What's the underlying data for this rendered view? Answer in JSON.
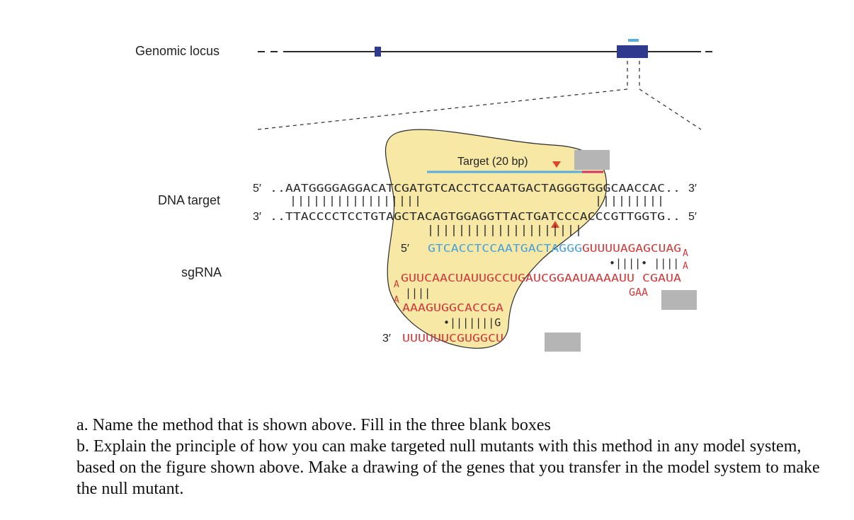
{
  "figure": {
    "row_labels": {
      "genomic_locus": "Genomic locus",
      "dna_target": "DNA target",
      "sgrna": "sgRNA"
    },
    "target_label": "Target (20 bp)",
    "dna_top": {
      "prime5": "5′",
      "sequence": "..AATGGGGAGGACATCGATGTCACCTCCAATGACTAGGGTGGGCAACCAC..",
      "prime3": "3′"
    },
    "dna_bottom": {
      "prime3": "3′",
      "sequence": "..TTACCCCTCCTGTAGCTACAGTGGAGGTTACTGATCCCACCCGTTGGTG..",
      "prime5": "5′"
    },
    "sgrna": {
      "prime5": "5′",
      "line1_blue": "GTCACCTCCAATGACTAGGG",
      "line1_red": "GUUUUAGAGCUAG",
      "line1_end": "A",
      "line2_pairs": "•||||• ||||",
      "line2_end": "A",
      "line3": "GUUCAACUAUUGCCUGAUCGGAAUAAAAUU CGAUA",
      "line3_left_top": "A",
      "line3_left_bottom": "A",
      "line4_pairs": "||||",
      "line4_right": "GAA",
      "line5": "AAAGUGGCACCGA",
      "line6_pairs": "•|||||||G",
      "prime3": "3′",
      "line7": "UUUUUUCGUGGCU"
    },
    "colors": {
      "protein_fill": "#f7e8a6",
      "gene_line": "#2a2a2a",
      "exon": "#2f3a8f",
      "target_bar": "#5aaede",
      "pam_bar": "#d0336a",
      "cut_marker": "#e0442a",
      "blank_box": "#b5b5b5"
    }
  },
  "questions": {
    "a": "a. Name the method that is shown above. Fill in the three blank boxes",
    "b": "b. Explain the principle of how you can make targeted null mutants with this method in any model system, based on the figure shown above. Make a drawing of the genes that you transfer in the model system to make the null mutant."
  }
}
